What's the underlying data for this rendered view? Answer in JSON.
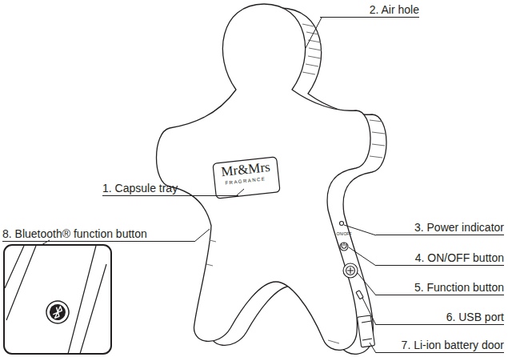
{
  "diagram": {
    "labels": [
      "2. Air hole",
      "1. Capsule tray",
      "Mr&Mrs",
      "FRAGRANCE",
      "3. Power indicator",
      "ON/OFF",
      "4. ON/OFF button",
      "5. Function button",
      "6. USB port",
      "7. Li-ion battery door",
      "8. Bluetooth® function button"
    ]
  }
}
